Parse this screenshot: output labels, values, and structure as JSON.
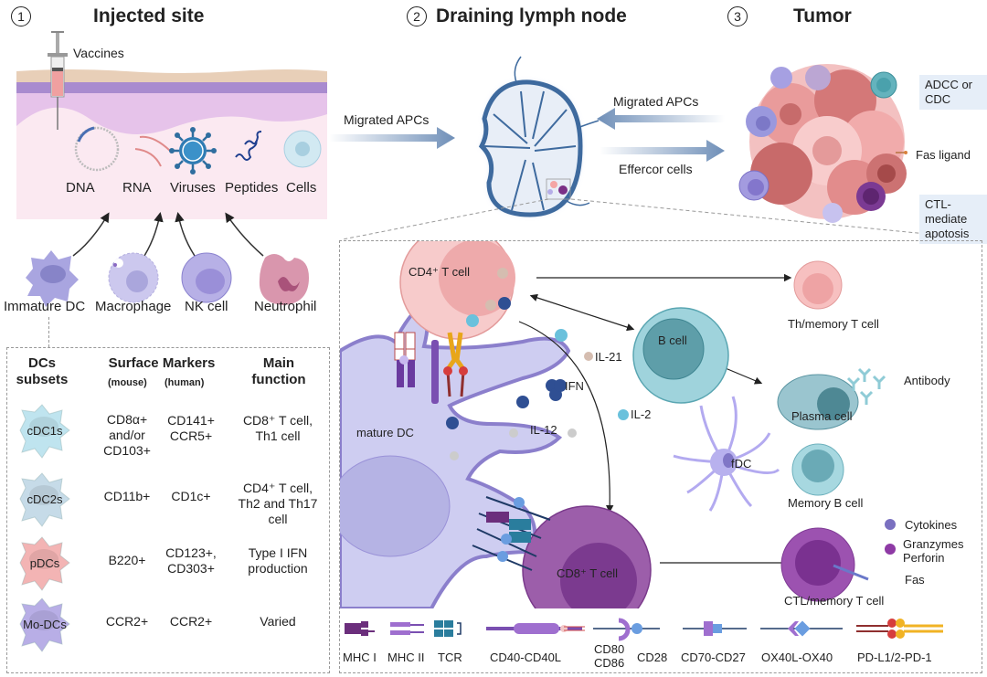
{
  "sections": [
    {
      "number": "1",
      "title": "Injected site"
    },
    {
      "number": "2",
      "title": "Draining lymph node"
    },
    {
      "number": "3",
      "title": "Tumor"
    }
  ],
  "injected_site": {
    "vaccine_label": "Vaccines",
    "vaccine_types": [
      "DNA",
      "RNA",
      "Viruses",
      "Peptides",
      "Cells"
    ],
    "innate_cells": [
      "Immature DC",
      "Macrophage",
      "NK cell",
      "Neutrophil"
    ]
  },
  "dc_table": {
    "headers": {
      "subsets": "DCs subsets",
      "markers": "Surface Markers",
      "mouse": "(mouse)",
      "human": "(human)",
      "function": "Main function"
    },
    "rows": [
      {
        "subset": "cDC1s",
        "mouse": "CD8α+ and/or CD103+",
        "human": "CD141+ CCR5+",
        "function": "CD8⁺ T cell, Th1 cell",
        "color": "#bfe4ef"
      },
      {
        "subset": "cDC2s",
        "mouse": "CD11b+",
        "human": "CD1c+",
        "function": "CD4⁺ T cell, Th2 and Th17 cell",
        "color": "#c6dbe8"
      },
      {
        "subset": "pDCs",
        "mouse": "B220+",
        "human": "CD123+, CD303+",
        "function": "Type I IFN production",
        "color": "#f3b4b4"
      },
      {
        "subset": "Mo-DCs",
        "mouse": "CCR2+",
        "human": "CCR2+",
        "function": "Varied",
        "color": "#b8aee6"
      }
    ]
  },
  "flows": {
    "site_to_node": "Migrated APCs",
    "tumor_to_node": "Migrated APCs",
    "node_to_tumor": "Effercor cells"
  },
  "tumor": {
    "annotations": [
      "ADCC or CDC",
      "Fas ligand",
      "CTL-mediate apotosis"
    ]
  },
  "node_detail": {
    "cells": {
      "cd4": "CD4⁺ T cell",
      "mature_dc": "mature DC",
      "b_cell": "B cell",
      "fdc": "fDC",
      "cd8": "CD8⁺ T cell",
      "th_memory": "Th/memory T cell",
      "plasma": "Plasma cell",
      "antibody": "Antibody",
      "memory_b": "Memory B cell",
      "ctl_memory": "CTL/memory T cell"
    },
    "cytokines": [
      "IL-21",
      "IFN",
      "IL-2",
      "IL-12"
    ],
    "ctl_legend": [
      "Cytokines",
      "Granzymes Perforin",
      "Fas"
    ]
  },
  "molecule_legend": [
    "MHC I",
    "MHC II",
    "TCR",
    "CD40-CD40L",
    "CD80 CD86",
    "CD28",
    "CD70-CD27",
    "OX40L-OX40",
    "PD-L1/2-PD-1"
  ],
  "colors": {
    "arrow_blue": "#6f8fb8",
    "lymph_node": "#3e6a9e",
    "cd4": "#f6c1c1",
    "cd8": "#8f4a9e",
    "b_cell": "#9fd3dc",
    "dc": "#c9c6ee",
    "tumor": "#e58a8a"
  }
}
